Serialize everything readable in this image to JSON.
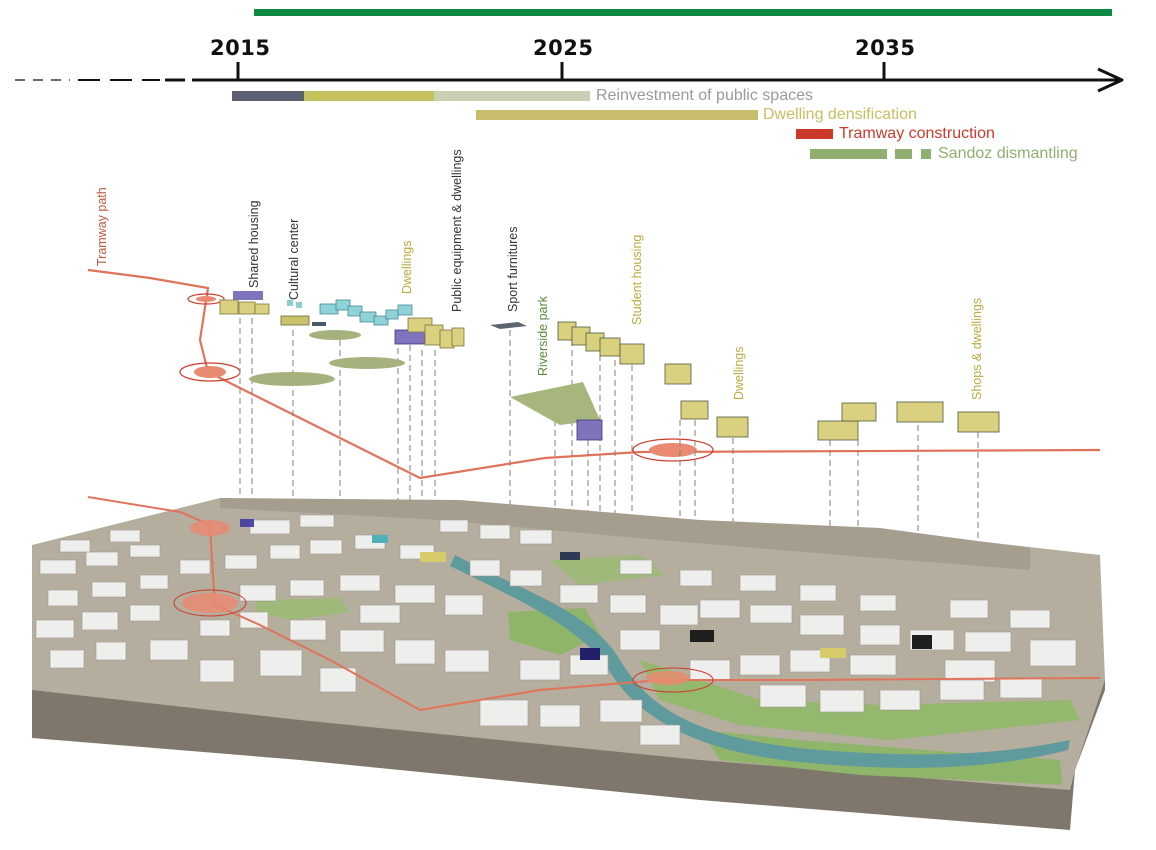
{
  "timeline": {
    "years": [
      {
        "label": "2015"
      },
      {
        "label": "2025"
      },
      {
        "label": "2035"
      }
    ]
  },
  "phases": [
    {
      "label": "Reinvestment  of public spaces",
      "color": "#9a9a9a"
    },
    {
      "label": "Dwelling densification",
      "color": "#c7bf62"
    },
    {
      "label": "Tramway construction",
      "color": "#cc3a2b"
    },
    {
      "label": "Sandoz dismantling",
      "color": "#8fae6f"
    }
  ],
  "projects": [
    {
      "label": "Tramway path",
      "color": "#c0583c"
    },
    {
      "label": "Shared housing",
      "color": "#333333"
    },
    {
      "label": "Cultural center",
      "color": "#333333"
    },
    {
      "label": "Dwellings",
      "color": "#b8ac3e"
    },
    {
      "label": "Public equipment & dwellings",
      "color": "#333333"
    },
    {
      "label": "Sport furnitures",
      "color": "#333333"
    },
    {
      "label": "Riverside park",
      "color": "#5a8a3a"
    },
    {
      "label": "Student housing",
      "color": "#b8ac3e"
    },
    {
      "label": "Dwellings",
      "color": "#b8ac3e"
    },
    {
      "label": "Shops & dwellings",
      "color": "#b8ac3e"
    }
  ],
  "colors": {
    "accent_green": "#0e8a45",
    "tramway": "#e0735a",
    "model_base": "#9b9383",
    "park_green": "#8fb56a"
  }
}
